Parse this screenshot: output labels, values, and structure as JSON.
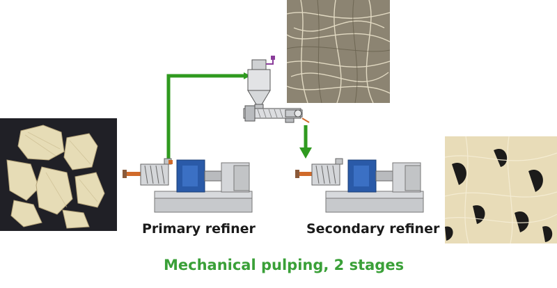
{
  "labels": {
    "primary": "Primary refiner",
    "secondary": "Secondary refiner"
  },
  "caption": "Mechanical pulping, 2 stages",
  "colors": {
    "flow_arrow": "#2f9a1f",
    "caption": "#3aa038",
    "refiner_blue": "#2a5aa8",
    "feed_orange": "#d06a2a",
    "machine_gray": "#c7c9cc"
  },
  "images": [
    {
      "name": "wood-chips-photo"
    },
    {
      "name": "coarse-pulp-photo"
    },
    {
      "name": "refined-pulp-photo"
    }
  ]
}
